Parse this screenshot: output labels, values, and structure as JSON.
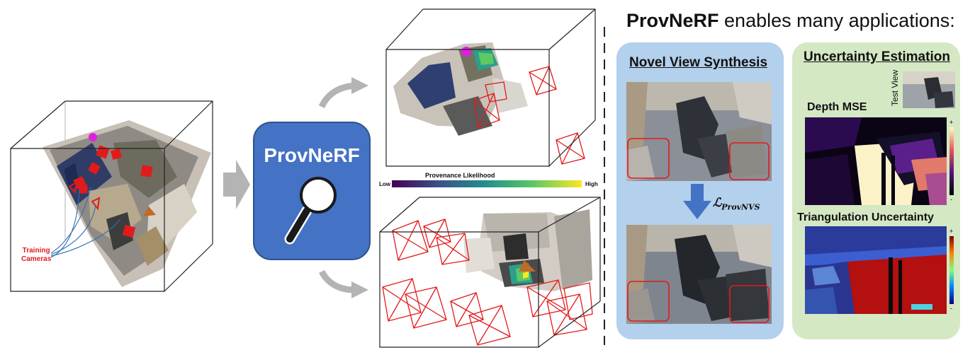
{
  "heading": {
    "bold": "ProvNeRF",
    "rest": " enables many applications:"
  },
  "center_box": {
    "title": "ProvNeRF",
    "icon": "magnifier-icon"
  },
  "left_scene": {
    "label": "Training\nCameras"
  },
  "colorbar": {
    "title": "Provenance Likelihood",
    "low": "Low",
    "high": "High"
  },
  "nvs_panel": {
    "title": "Novel View Synthesis",
    "loss_symbol": "ℒ",
    "loss_subscript": "ProvNVS"
  },
  "uncertainty_panel": {
    "title": "Uncertainty Estimation",
    "test_view": "Test View",
    "depth_label": "Depth MSE",
    "tri_label": "Triangulation Uncertainty",
    "scale_plus": "+",
    "scale_minus": "-"
  },
  "colors": {
    "box_blue": "#4472c4",
    "nvs_panel": "#b3d0ec",
    "unc_panel": "#d4e8c4",
    "camera_red": "#e31a1c",
    "arrow_gray": "#b4b4b4"
  }
}
